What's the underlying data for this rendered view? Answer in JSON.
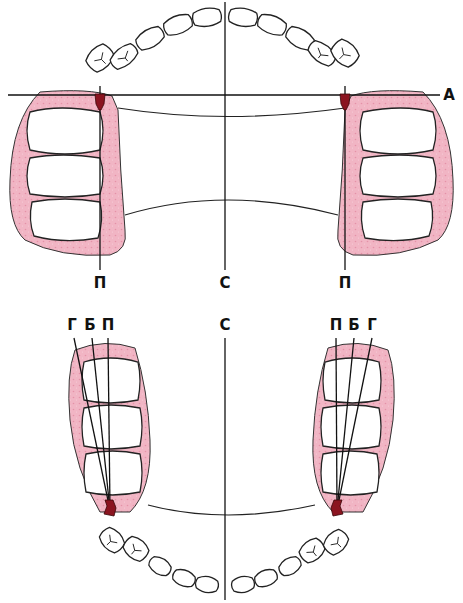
{
  "diagram": {
    "labels": [
      "А",
      "П",
      "С",
      "П",
      "Г",
      "Б",
      "П",
      "С",
      "П",
      "Б",
      "Г"
    ]
  }
}
